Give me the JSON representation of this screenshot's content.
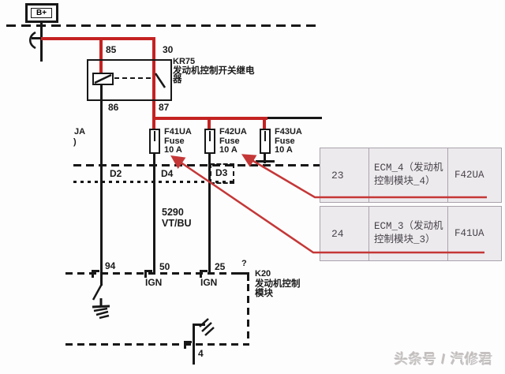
{
  "colors": {
    "wire_black": "#171717",
    "wire_red": "#c42222",
    "arrow_red": "#c53737",
    "table_bg": "#edeaee",
    "table_border": "#aaa2ac",
    "watermark_grey": "#c9c3c3"
  },
  "diagram": {
    "battery": {
      "label": "B+"
    },
    "bus_fragment": {
      "label": "JA",
      "paren": ")"
    },
    "relay": {
      "id": "KR75",
      "name": "发动机控制开关继电器",
      "pin85": "85",
      "pin30": "30",
      "pin86": "86",
      "pin87": "87"
    },
    "fuses": [
      {
        "id": "F41UA",
        "type": "Fuse",
        "rating": "10 A"
      },
      {
        "id": "F42UA",
        "type": "Fuse",
        "rating": "10 A"
      },
      {
        "id": "F43UA",
        "type": "Fuse",
        "rating": "10 A"
      }
    ],
    "connector_row": {
      "d2": "D2",
      "d4": "D4",
      "d3": "D3"
    },
    "wire": {
      "circuit": "5290",
      "color_code": "VT/BU"
    },
    "module": {
      "id": "K20",
      "name": "发动机控制模块",
      "unknown_mark": "?",
      "pin94": "94",
      "pin50": "50",
      "pin25": "25",
      "ign_left": "IGN",
      "ign_right": "IGN",
      "pin4": "4"
    }
  },
  "table": {
    "rows": [
      {
        "terminal": "23",
        "description": "ECM_4（发动机控制模块_4）",
        "fuse": "F42UA"
      },
      {
        "terminal": "24",
        "description": "ECM_3（发动机控制模块_3）",
        "fuse": "F41UA"
      }
    ]
  },
  "watermark": {
    "text": "头条号 / 汽修君"
  }
}
